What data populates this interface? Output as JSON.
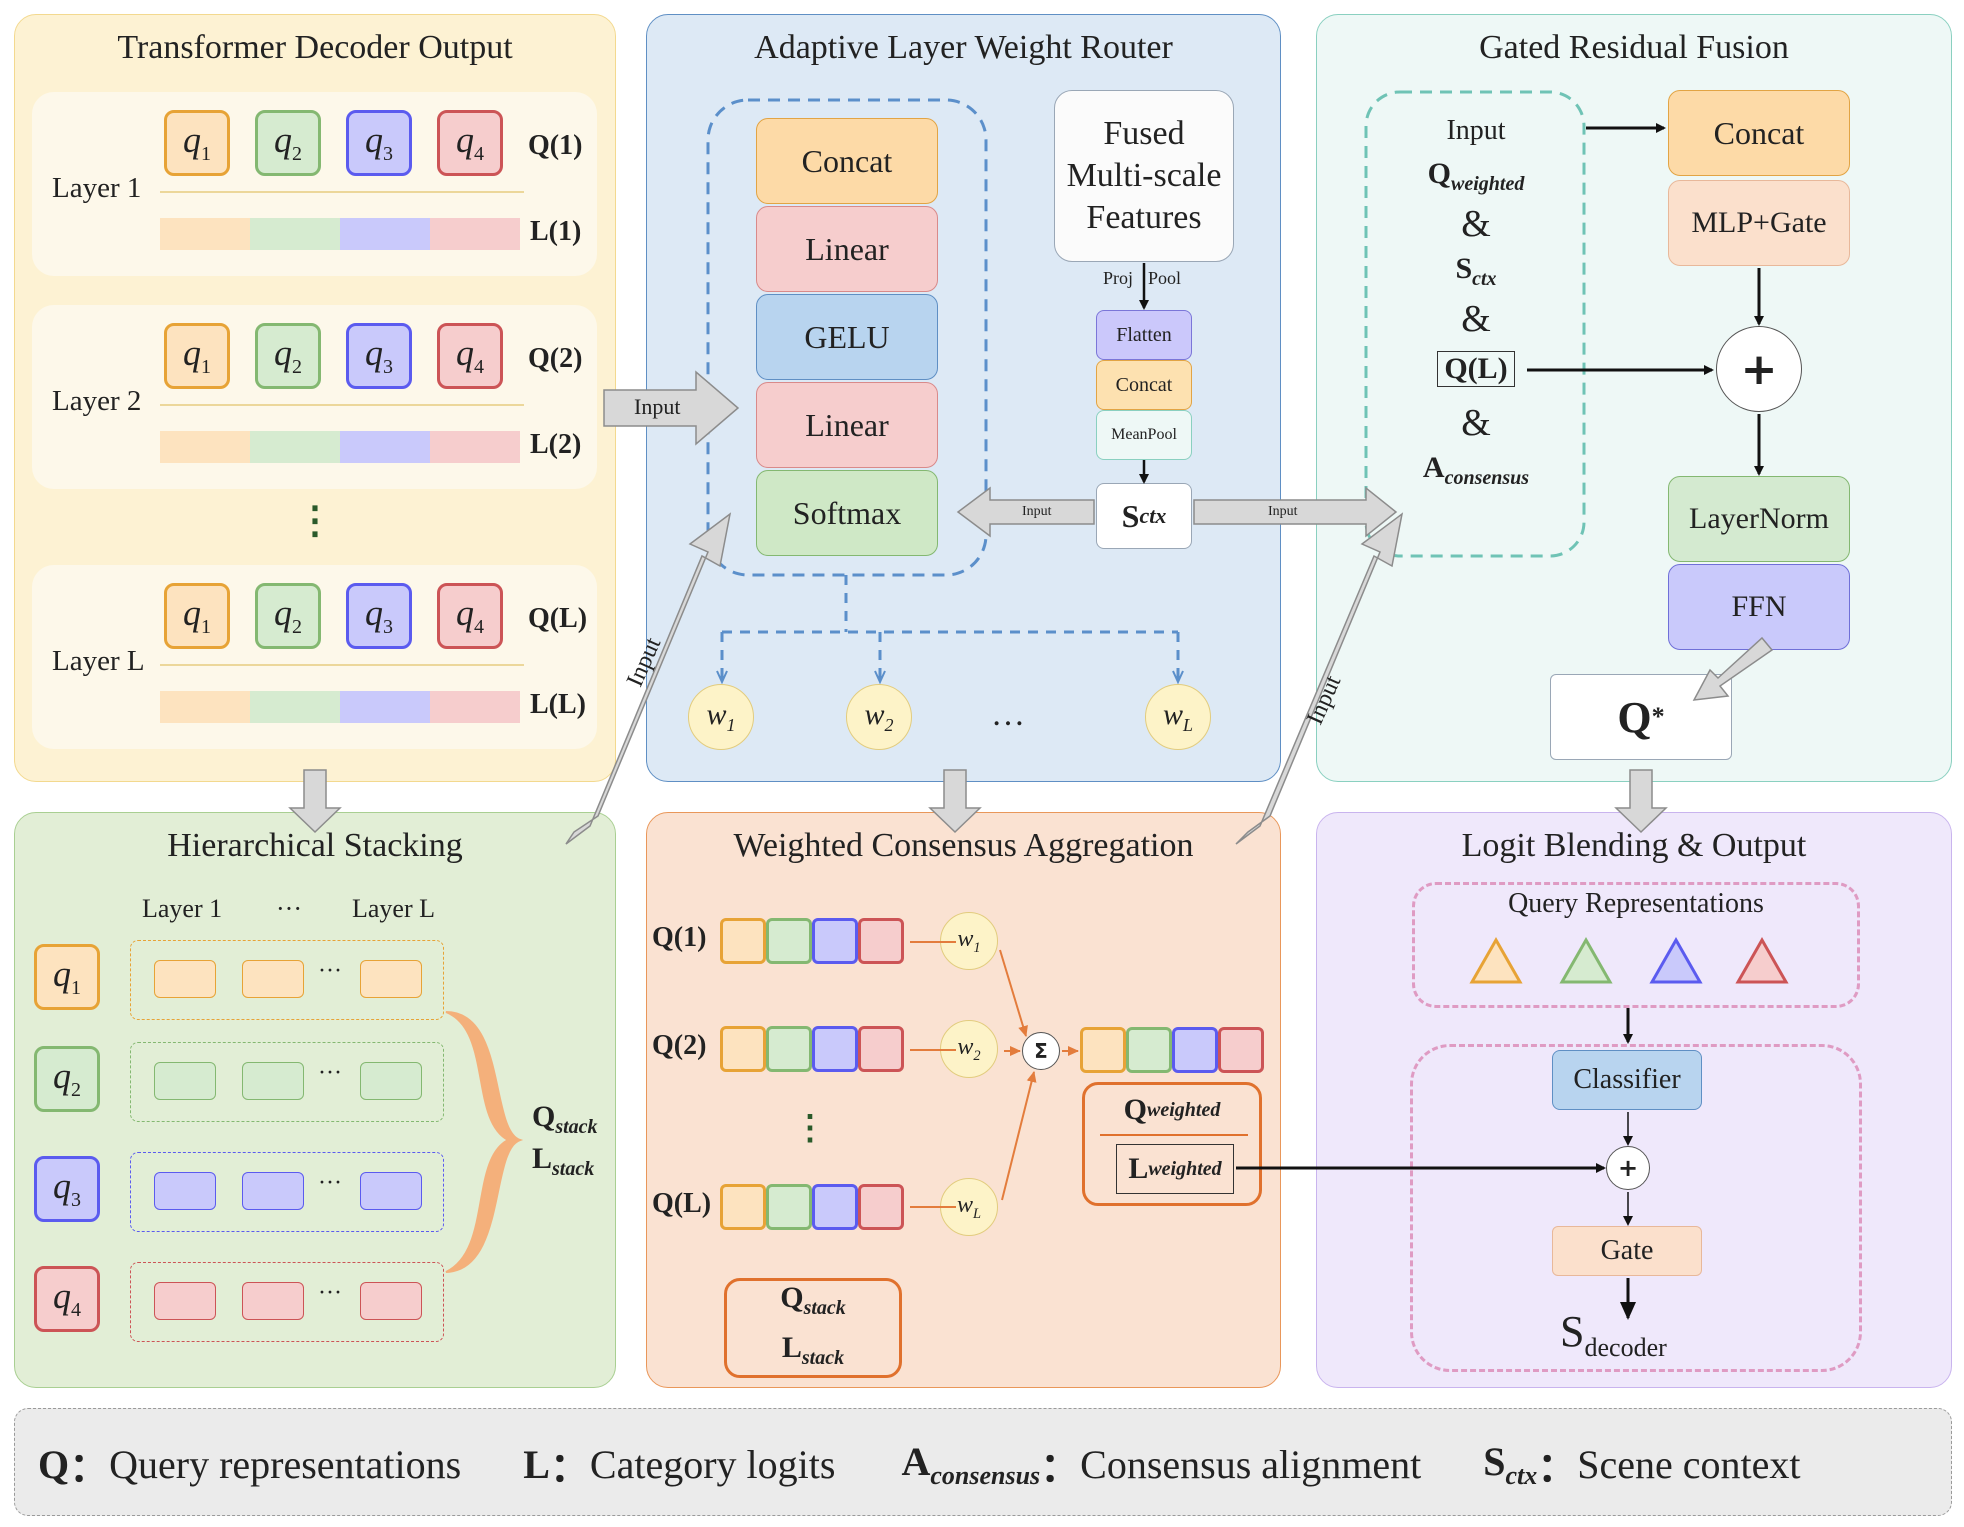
{
  "colors": {
    "orange": "#e7a336",
    "orange_fill": "#fde3bf",
    "green": "#84b871",
    "green_fill": "#d6ebd0",
    "blue": "#5b5bef",
    "blue_fill": "#c9c9fb",
    "red": "#cc5456",
    "red_fill": "#f6cdcd"
  },
  "decoder_output": {
    "title": "Transformer Decoder Output",
    "queries": [
      "q1",
      "q2",
      "q3",
      "q4"
    ],
    "layers": [
      {
        "label": "Layer 1",
        "q": "Q(1)",
        "l": "L(1)"
      },
      {
        "label": "Layer 2",
        "q": "Q(2)",
        "l": "L(2)"
      },
      {
        "label": "Layer L",
        "q": "Q(L)",
        "l": "L(L)"
      }
    ],
    "dots": "⋮"
  },
  "router": {
    "title": "Adaptive Layer Weight Router",
    "stack": [
      "Concat",
      "Linear",
      "GELU",
      "Linear",
      "Softmax"
    ],
    "fused": [
      "Fused",
      "Multi-scale",
      "Features"
    ],
    "proj": "Proj",
    "pool": "Pool",
    "small_stack": [
      "Flatten",
      "Concat",
      "MeanPool"
    ],
    "sctx_main": "S",
    "sctx_sub": "ctx",
    "weights": [
      "w1",
      "w2",
      "wL"
    ],
    "ellipsis": "…",
    "input_arrow": "Input",
    "input_small_left": "Input",
    "input_small_right": "Input"
  },
  "fusion": {
    "title": "Gated Residual Fusion",
    "input_label": "Input",
    "q_weighted_main": "Q",
    "q_weighted_sub": "weighted",
    "amp": "&",
    "s_ctx_main": "S",
    "s_ctx_sub": "ctx",
    "q_l": "Q(L)",
    "a_consensus_main": "A",
    "a_consensus_sub": "consensus",
    "concat": "Concat",
    "mlp_gate": "MLP+Gate",
    "plus": "+",
    "layernorm": "LayerNorm",
    "ffn": "FFN",
    "q_star": "Q",
    "q_star_sup": "*"
  },
  "stacking": {
    "title": "Hierarchical Stacking",
    "head_l1": "Layer 1",
    "head_dots": "···",
    "head_ll": "Layer L",
    "row_dots": "···",
    "q_stack_main": "Q",
    "q_stack_sub": "stack",
    "l_stack_main": "L",
    "l_stack_sub": "stack",
    "input_arrow": "Input"
  },
  "consensus": {
    "title": "Weighted Consensus Aggregation",
    "rows": [
      "Q(1)",
      "Q(2)",
      "Q(L)"
    ],
    "dots": "⋮",
    "weights": [
      "w1",
      "w2",
      "wL"
    ],
    "sigma": "Σ",
    "q_weighted_main": "Q",
    "q_weighted_sub": "weighted",
    "l_weighted_main": "L",
    "l_weighted_sub": "weighted",
    "q_stack_main": "Q",
    "q_stack_sub": "stack",
    "l_stack_main": "L",
    "l_stack_sub": "stack",
    "input_arrow": "Input"
  },
  "blending": {
    "title": "Logit Blending & Output",
    "query_repr": "Query Representations",
    "classifier": "Classifier",
    "plus": "+",
    "gate": "Gate",
    "s_main": "S",
    "s_sub": "decoder"
  },
  "legend": {
    "q_key": "Q",
    "q_desc": "Query representations",
    "l_key": "L",
    "l_desc": "Category logits",
    "a_key": "A",
    "a_sub": "consensus",
    "a_desc": "Consensus alignment",
    "s_key": "S",
    "s_sub": "ctx",
    "s_desc": "Scene context",
    "colon": "："
  }
}
